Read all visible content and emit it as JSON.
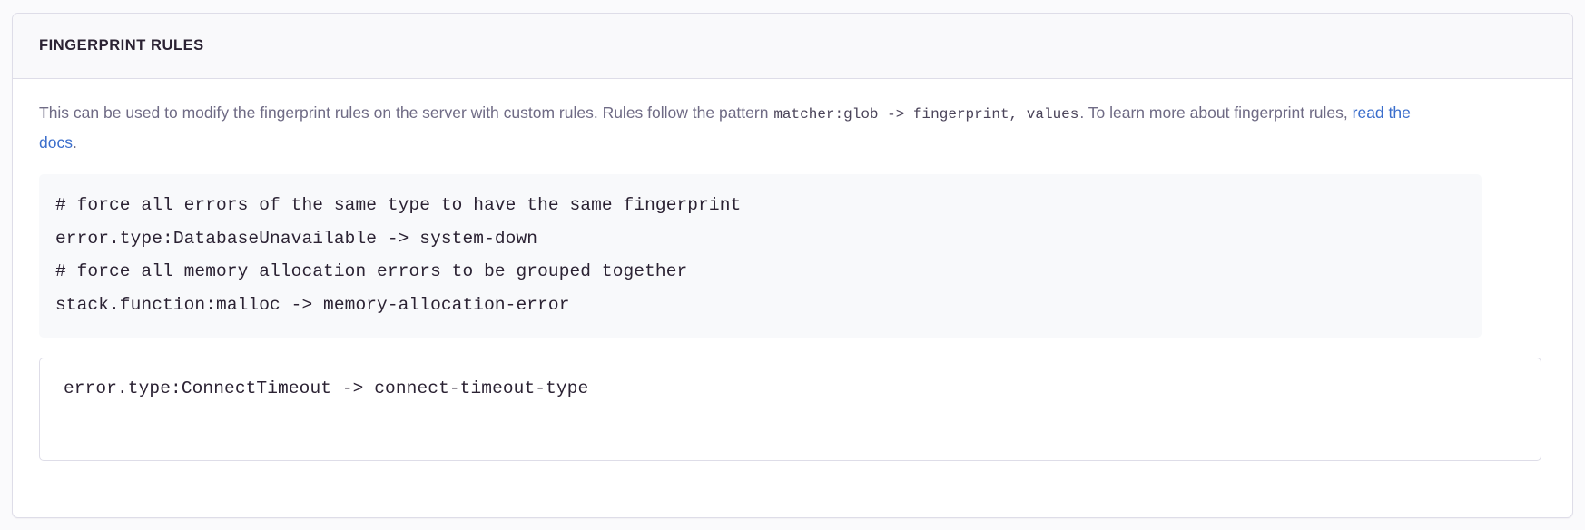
{
  "panel": {
    "title": "FINGERPRINT RULES",
    "description": {
      "part1": "This can be used to modify the fingerprint rules on the server with custom rules. Rules follow the pattern ",
      "code1": "matcher:glob -> fingerprint, values",
      "part2": ". To learn more about fingerprint rules, ",
      "link_text": "read the docs",
      "part3": "."
    },
    "example_block": {
      "lines": [
        "# force all errors of the same type to have the same fingerprint",
        "error.type:DatabaseUnavailable -> system-down",
        "# force all memory allocation errors to be grouped together",
        "stack.function:malloc -> memory-allocation-error"
      ]
    },
    "rules_input": {
      "value": "error.type:ConnectTimeout -> connect-timeout-type",
      "placeholder": "matcher:glob -> fingerprint, values"
    }
  },
  "colors": {
    "page_background": "#FAFAFC",
    "card_background": "#FFFFFF",
    "card_border": "#DEDDE8",
    "header_background": "#F9F9FB",
    "title_text": "#2B2233",
    "body_text": "#6F6B85",
    "code_text": "#2B2233",
    "code_block_background": "#F8F9FB",
    "link": "#3B6ECC"
  }
}
